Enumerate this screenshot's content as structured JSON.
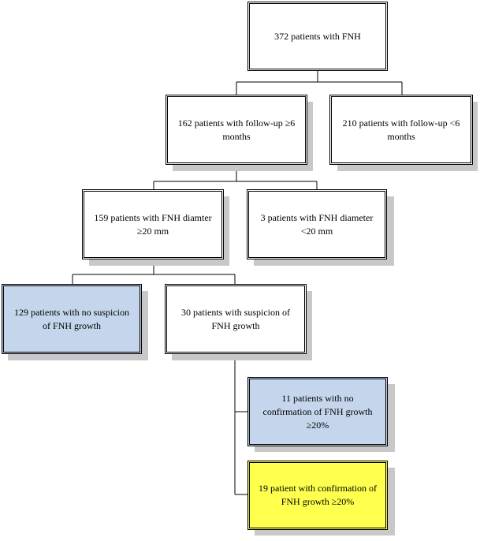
{
  "diagram": {
    "nodes": [
      {
        "id": "root",
        "text": "372 patients with FNH",
        "color": "#ffffff"
      },
      {
        "id": "fu-ge6",
        "text": "162 patients with follow-up ≥6 months",
        "color": "#ffffff"
      },
      {
        "id": "fu-lt6",
        "text": "210 patients with follow-up <6 months",
        "color": "#ffffff"
      },
      {
        "id": "diam-ge20",
        "text": "159 patients with FNH diamter ≥20 mm",
        "color": "#ffffff"
      },
      {
        "id": "diam-lt20",
        "text": "3 patients with FNH diameter <20 mm",
        "color": "#ffffff"
      },
      {
        "id": "no-suspicion",
        "text": "129 patients with no suspicion of FNH growth",
        "color": "#c5d6ec"
      },
      {
        "id": "suspicion",
        "text": "30 patients with suspicion of FNH growth",
        "color": "#ffffff"
      },
      {
        "id": "no-confirm",
        "text": "11 patients with no confirmation of FNH growth ≥20%",
        "color": "#c5d6ec"
      },
      {
        "id": "confirm",
        "text": "19 patient with confirmation of FNH growth ≥20%",
        "color": "#ffff4d"
      }
    ]
  }
}
